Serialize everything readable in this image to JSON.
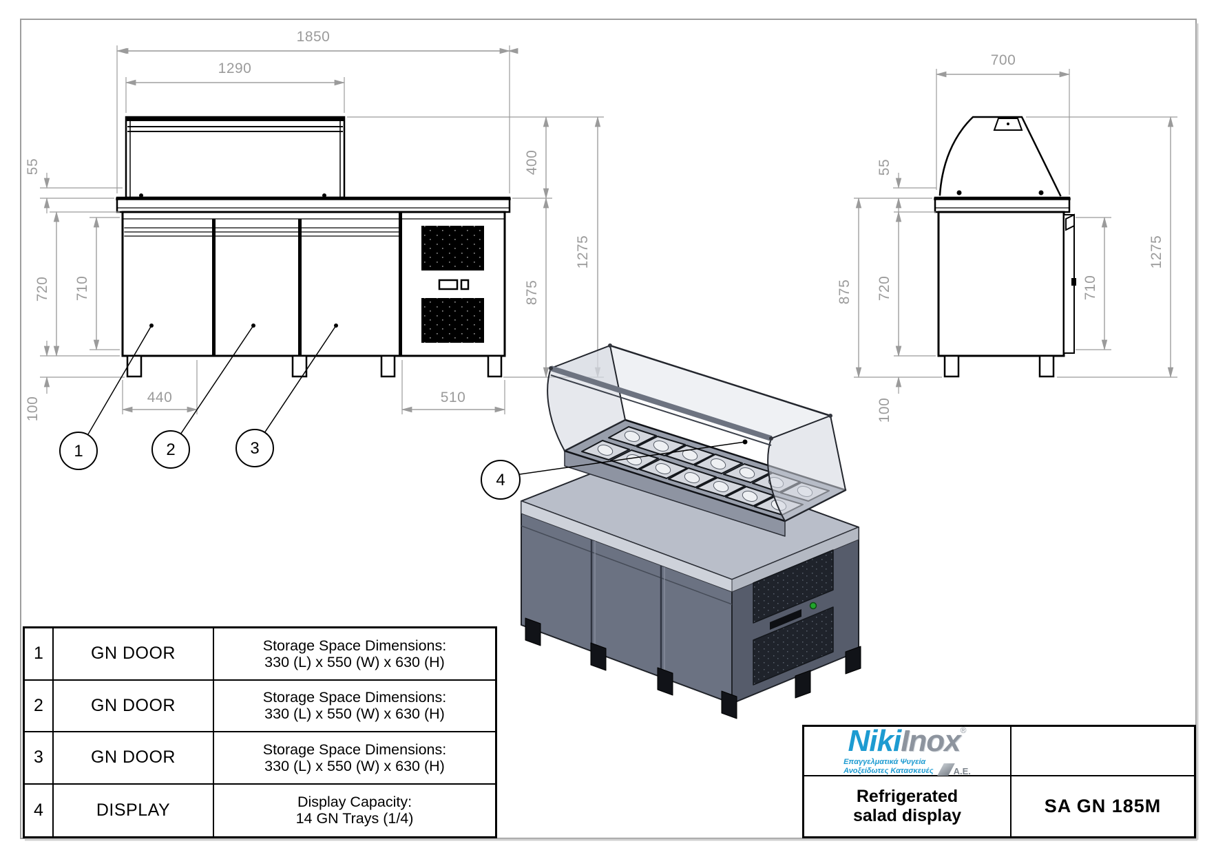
{
  "front_view": {
    "dims": {
      "overall_length": "1850",
      "display_length": "1290",
      "hood_height": "400",
      "glass_gap": "55",
      "body_height": "720",
      "door_height": "710",
      "base_height": "875",
      "overall_height": "1275",
      "foot_height": "100",
      "door_width": "440",
      "engine_section_width": "510"
    }
  },
  "side_view": {
    "dims": {
      "depth": "700",
      "glass_gap": "55",
      "base_height": "875",
      "body_height": "720",
      "door_height": "710",
      "overall_height": "1275",
      "foot_height": "100"
    }
  },
  "balloons": {
    "b1": "1",
    "b2": "2",
    "b3": "3",
    "b4": "4"
  },
  "parts_table": {
    "rows": [
      {
        "no": "1",
        "name": "GN DOOR",
        "desc_line1": "Storage Space Dimensions:",
        "desc_line2": "330 (L) x 550 (W) x 630 (H)"
      },
      {
        "no": "2",
        "name": "GN DOOR",
        "desc_line1": "Storage Space Dimensions:",
        "desc_line2": "330 (L) x 550 (W) x 630 (H)"
      },
      {
        "no": "3",
        "name": "GN DOOR",
        "desc_line1": "Storage Space Dimensions:",
        "desc_line2": "330 (L) x 550 (W) x 630 (H)"
      },
      {
        "no": "4",
        "name": "DISPLAY",
        "desc_line1": "Display Capacity:",
        "desc_line2": "14 GN Trays (1/4)"
      }
    ]
  },
  "title_block": {
    "brand": {
      "word_primary": "Niki",
      "word_secondary": "Inox",
      "registered": "®",
      "tagline_line1": "Επαγγελματικά Ψυγεία",
      "tagline_line2": "Ανοξείδωτες Κατασκευές",
      "company_suffix": "Α.Ε."
    },
    "product_line1": "Refrigerated",
    "product_line2": "salad display",
    "model": "SA GN 185M"
  },
  "colors": {
    "accent_blue": "#1d9bd1",
    "dim_gray": "#9b9b9b",
    "body_gray": "#6b7282",
    "body_gray_dark": "#565c6b",
    "top_gray": "#b9bec9",
    "led_green": "#22a52c"
  }
}
